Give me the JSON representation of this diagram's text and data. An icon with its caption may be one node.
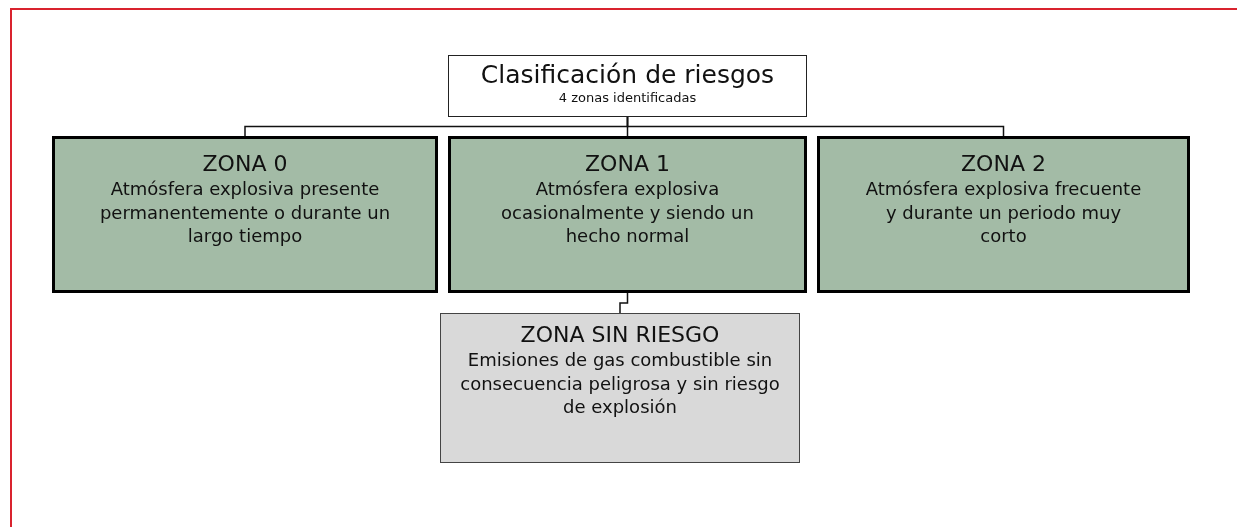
{
  "diagram": {
    "nodes": [
      {
        "text": [
          "Clasificación de riesgos",
          "4 zonas identificadas"
        ]
      },
      {
        "text": [
          "ZONA 0",
          "Atmósfera explosiva presente permanentemente o durante un largo tiempo"
        ]
      },
      {
        "text": [
          "ZONA 1",
          "Atmósfera explosiva ocasionalmente y siendo un hecho normal"
        ]
      },
      {
        "text": [
          "ZONA 2",
          "Atmósfera explosiva frecuente y durante un periodo muy corto"
        ]
      },
      {
        "text": [
          "ZONA SIN RIESGO",
          "Emisiones de gas combustible sin consecuencia peligrosa y sin riesgo de explosión"
        ]
      }
    ],
    "edges": [
      {
        "from": 0,
        "to": 1,
        "arrow": "none"
      },
      {
        "from": 0,
        "to": 2,
        "arrow": "none"
      },
      {
        "from": 0,
        "to": 3,
        "arrow": "none"
      },
      {
        "from": 2,
        "to": 4,
        "arrow": "none"
      }
    ]
  }
}
